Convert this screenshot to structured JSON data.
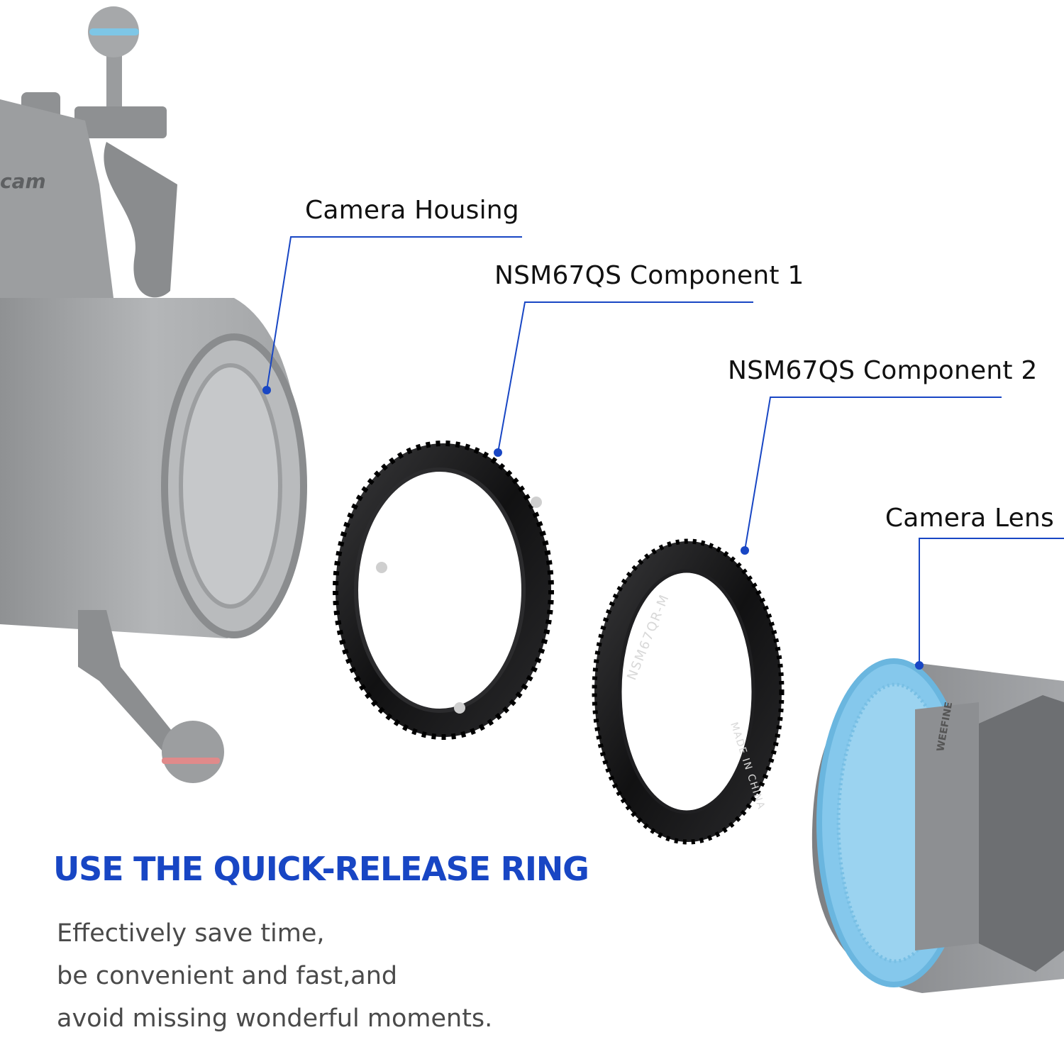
{
  "labels": {
    "housing": "Camera Housing",
    "component1": "NSM67QS Component 1",
    "component2": "NSM67QS Component 2",
    "lens": "Camera Lens"
  },
  "ring_engraving": {
    "model": "NSM67QR-M",
    "origin": "MADE IN CHINA"
  },
  "headline": "USE THE QUICK-RELEASE RING",
  "body_lines": [
    "Effectively save time,",
    "be convenient and fast,and",
    "avoid missing wonderful moments."
  ],
  "colors": {
    "leader_line": "#1846c4",
    "headline": "#1846c4",
    "lens_ring": "#7fc3ea"
  }
}
